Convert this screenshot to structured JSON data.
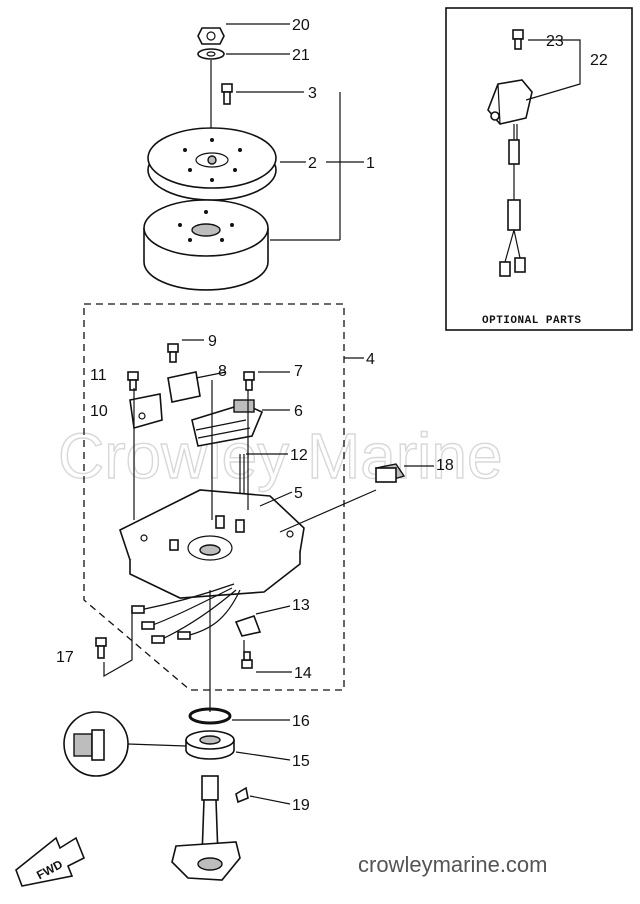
{
  "diagram": {
    "callouts": {
      "c1": "1",
      "c2": "2",
      "c3": "3",
      "c4": "4",
      "c5": "5",
      "c6": "6",
      "c7": "7",
      "c8": "8",
      "c9": "9",
      "c10": "10",
      "c11": "11",
      "c12": "12",
      "c13": "13",
      "c14": "14",
      "c15": "15",
      "c16": "16",
      "c17": "17",
      "c18": "18",
      "c19": "19",
      "c20": "20",
      "c21": "21",
      "c22": "22",
      "c23": "23"
    },
    "optional_parts_label": "OPTIONAL PARTS",
    "fwd_label": "FWD"
  },
  "watermark": {
    "text": "Crowley Marine",
    "site": "crowleymarine.com"
  }
}
